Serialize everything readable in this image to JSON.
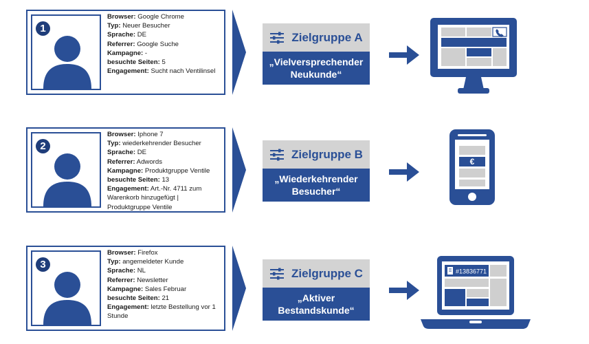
{
  "colors": {
    "brand_blue": "#2a4f96",
    "badge_blue": "#1f3d7a",
    "panel_gray": "#d3d3d3",
    "screen_gray": "#cfcfcf"
  },
  "flows": [
    {
      "number": "1",
      "visitor": [
        {
          "key": "Browser:",
          "value": "Google Chrome"
        },
        {
          "key": "Typ:",
          "value": "Neuer Besucher"
        },
        {
          "key": "Sprache:",
          "value": "DE"
        },
        {
          "key": "Referrer:",
          "value": "Google Suche"
        },
        {
          "key": "Kampagne:",
          "value": "-"
        },
        {
          "key": "besuchte Seiten:",
          "value": "5"
        },
        {
          "key": "Engagement:",
          "value": "Sucht nach Ventilinsel"
        }
      ],
      "target_title": "Zielgruppe A",
      "target_label": "„Vielversprechender Neukunde“",
      "device": "desktop-monitor-icon",
      "device_icon": "phone-icon",
      "device_text": ""
    },
    {
      "number": "2",
      "visitor": [
        {
          "key": "Browser:",
          "value": "Iphone 7"
        },
        {
          "key": "Typ:",
          "value": "wiederkehrender Besucher"
        },
        {
          "key": "Sprache:",
          "value": "DE"
        },
        {
          "key": "Referrer:",
          "value": "Adwords"
        },
        {
          "key": "Kampagne:",
          "value": "Produktgruppe Ventile"
        },
        {
          "key": "besuchte Seiten:",
          "value": "13"
        },
        {
          "key": "Engagement:",
          "value": "Art.-Nr. 4711 zum Warenkorb hinzugefügt | Produktgruppe Ventile"
        }
      ],
      "target_title": "Zielgruppe B",
      "target_label": "„Wiederkehrender Besucher“",
      "device": "smartphone-icon",
      "device_icon": "euro-icon",
      "device_text": "€"
    },
    {
      "number": "3",
      "visitor": [
        {
          "key": "Browser:",
          "value": "Firefox"
        },
        {
          "key": "Typ:",
          "value": "angemeldeter Kunde"
        },
        {
          "key": "Sprache:",
          "value": "NL"
        },
        {
          "key": "Referrer:",
          "value": "Newsletter"
        },
        {
          "key": "Kampagne:",
          "value": "Sales Februar"
        },
        {
          "key": "besuchte Seiten:",
          "value": "21"
        },
        {
          "key": "Engagement:",
          "value": "letzte Bestellung vor 1 Stunde"
        }
      ],
      "target_title": "Zielgruppe C",
      "target_label": "„Aktiver Bestandskunde“",
      "device": "laptop-icon",
      "device_icon": "document-icon",
      "device_text": "#13836771"
    }
  ]
}
